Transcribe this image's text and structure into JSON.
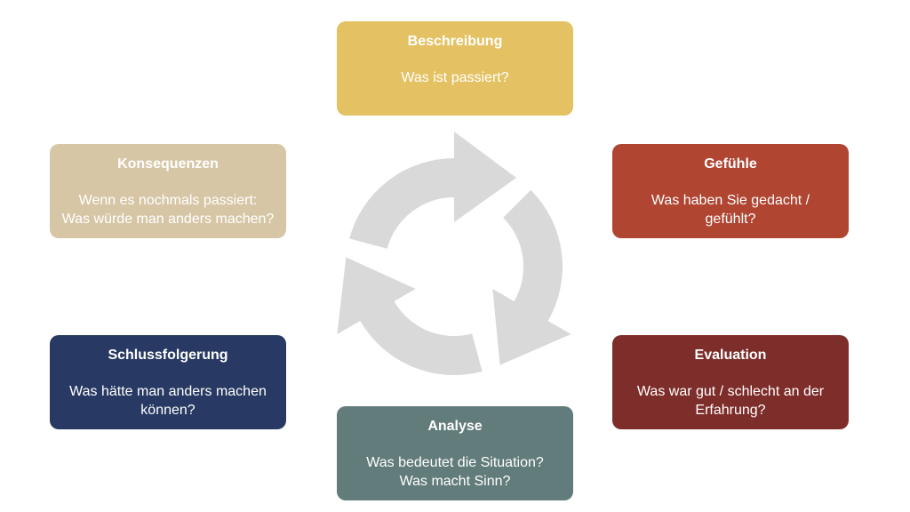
{
  "colors": {
    "arrow": "#d9d9d9",
    "beschreibung": "#e4c263",
    "gefuehle": "#b04532",
    "evaluation": "#7d2d2a",
    "analyse": "#617c7a",
    "schlussfolgerung": "#283a63",
    "konsequenzen": "#d7c6a6"
  },
  "steps": {
    "beschreibung": {
      "title": "Beschreibung",
      "lines": [
        "Was ist passiert?"
      ]
    },
    "gefuehle": {
      "title": "Gefühle",
      "lines": [
        "Was haben Sie gedacht /",
        "gefühlt?"
      ]
    },
    "evaluation": {
      "title": "Evaluation",
      "lines": [
        "Was war gut / schlecht an der",
        "Erfahrung?"
      ]
    },
    "analyse": {
      "title": "Analyse",
      "lines": [
        "Was bedeutet die Situation?",
        "Was macht Sinn?"
      ]
    },
    "schlussfolgerung": {
      "title": "Schlussfolgerung",
      "lines": [
        "Was hätte man anders machen",
        "können?"
      ]
    },
    "konsequenzen": {
      "title": "Konsequenzen",
      "lines": [
        "Wenn es nochmals passiert:",
        "Was würde man anders machen?"
      ]
    }
  }
}
